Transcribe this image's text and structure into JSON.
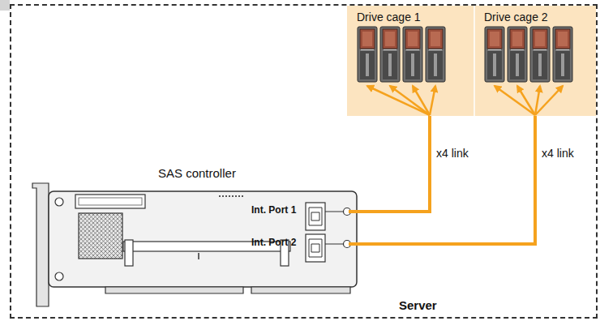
{
  "diagram": {
    "nodes": [
      {
        "text": [
          "Server"
        ]
      },
      {
        "text": [
          "Drive cage 1"
        ],
        "in": 0
      },
      {
        "text": [
          "Drive cage 2"
        ],
        "in": 0
      },
      {
        "text": [
          "SAS controller"
        ],
        "in": 0
      },
      {
        "text": [
          "Int. Port 1"
        ],
        "in": 3
      },
      {
        "text": [
          "Int. Port 2"
        ],
        "in": 3
      }
    ],
    "edges": [
      {
        "from": 4,
        "to": 1,
        "arrow": "to",
        "label": "x4 link"
      },
      {
        "from": 5,
        "to": 2,
        "arrow": "to",
        "label": "x4 link"
      }
    ]
  }
}
